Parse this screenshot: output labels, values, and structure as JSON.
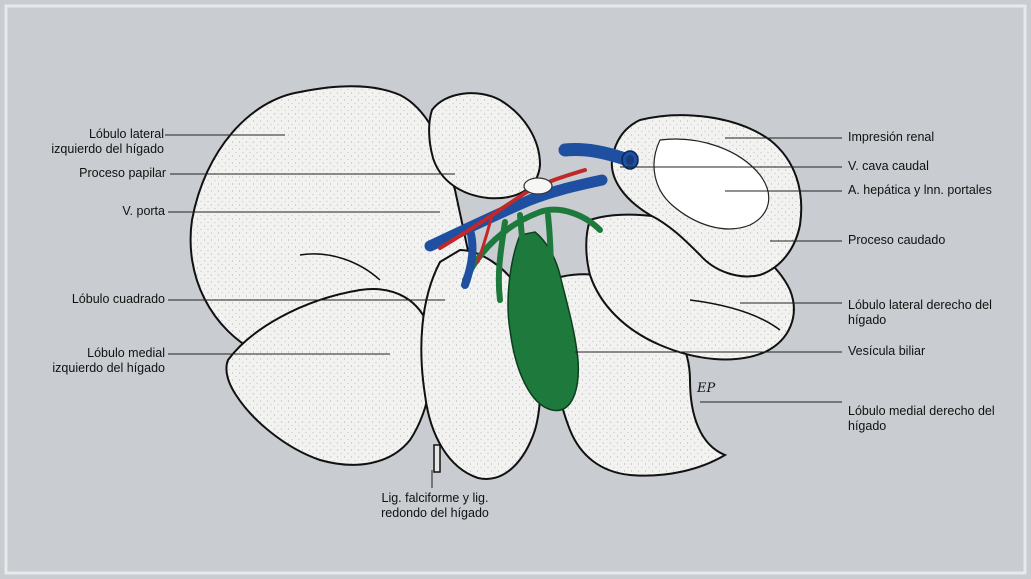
{
  "figure": {
    "labels_left": {
      "lobulo_lateral_izq": "Lóbulo lateral\nizquierdo del hígado",
      "proceso_papilar": "Proceso papilar",
      "v_porta": "V. porta",
      "lobulo_cuadrado": "Lóbulo cuadrado",
      "lobulo_medial_izq": "Lóbulo medial\nizquierdo del hígado"
    },
    "labels_right": {
      "impresion_renal": "Impresión renal",
      "v_cava_caudal": "V. cava caudal",
      "a_hepatica": "A. hepática y lnn. portales",
      "proceso_caudado": "Proceso caudado",
      "lobulo_lateral_der": "Lóbulo lateral derecho del\nhígado",
      "vesicula_biliar": "Vesícula biliar",
      "lobulo_medial_der": "Lóbulo medial derecho del\nhígado"
    },
    "labels_bottom": {
      "lig_falciforme": "Lig. falciforme y lig.\nredondo del hígado"
    },
    "signature": "EP"
  },
  "colors": {
    "liver_fill": "#f1f1ef",
    "vein_blue": "#1f4fa0",
    "artery_red": "#c0282a",
    "bile_green": "#1e7a3c",
    "background": "#c9ccd0"
  }
}
